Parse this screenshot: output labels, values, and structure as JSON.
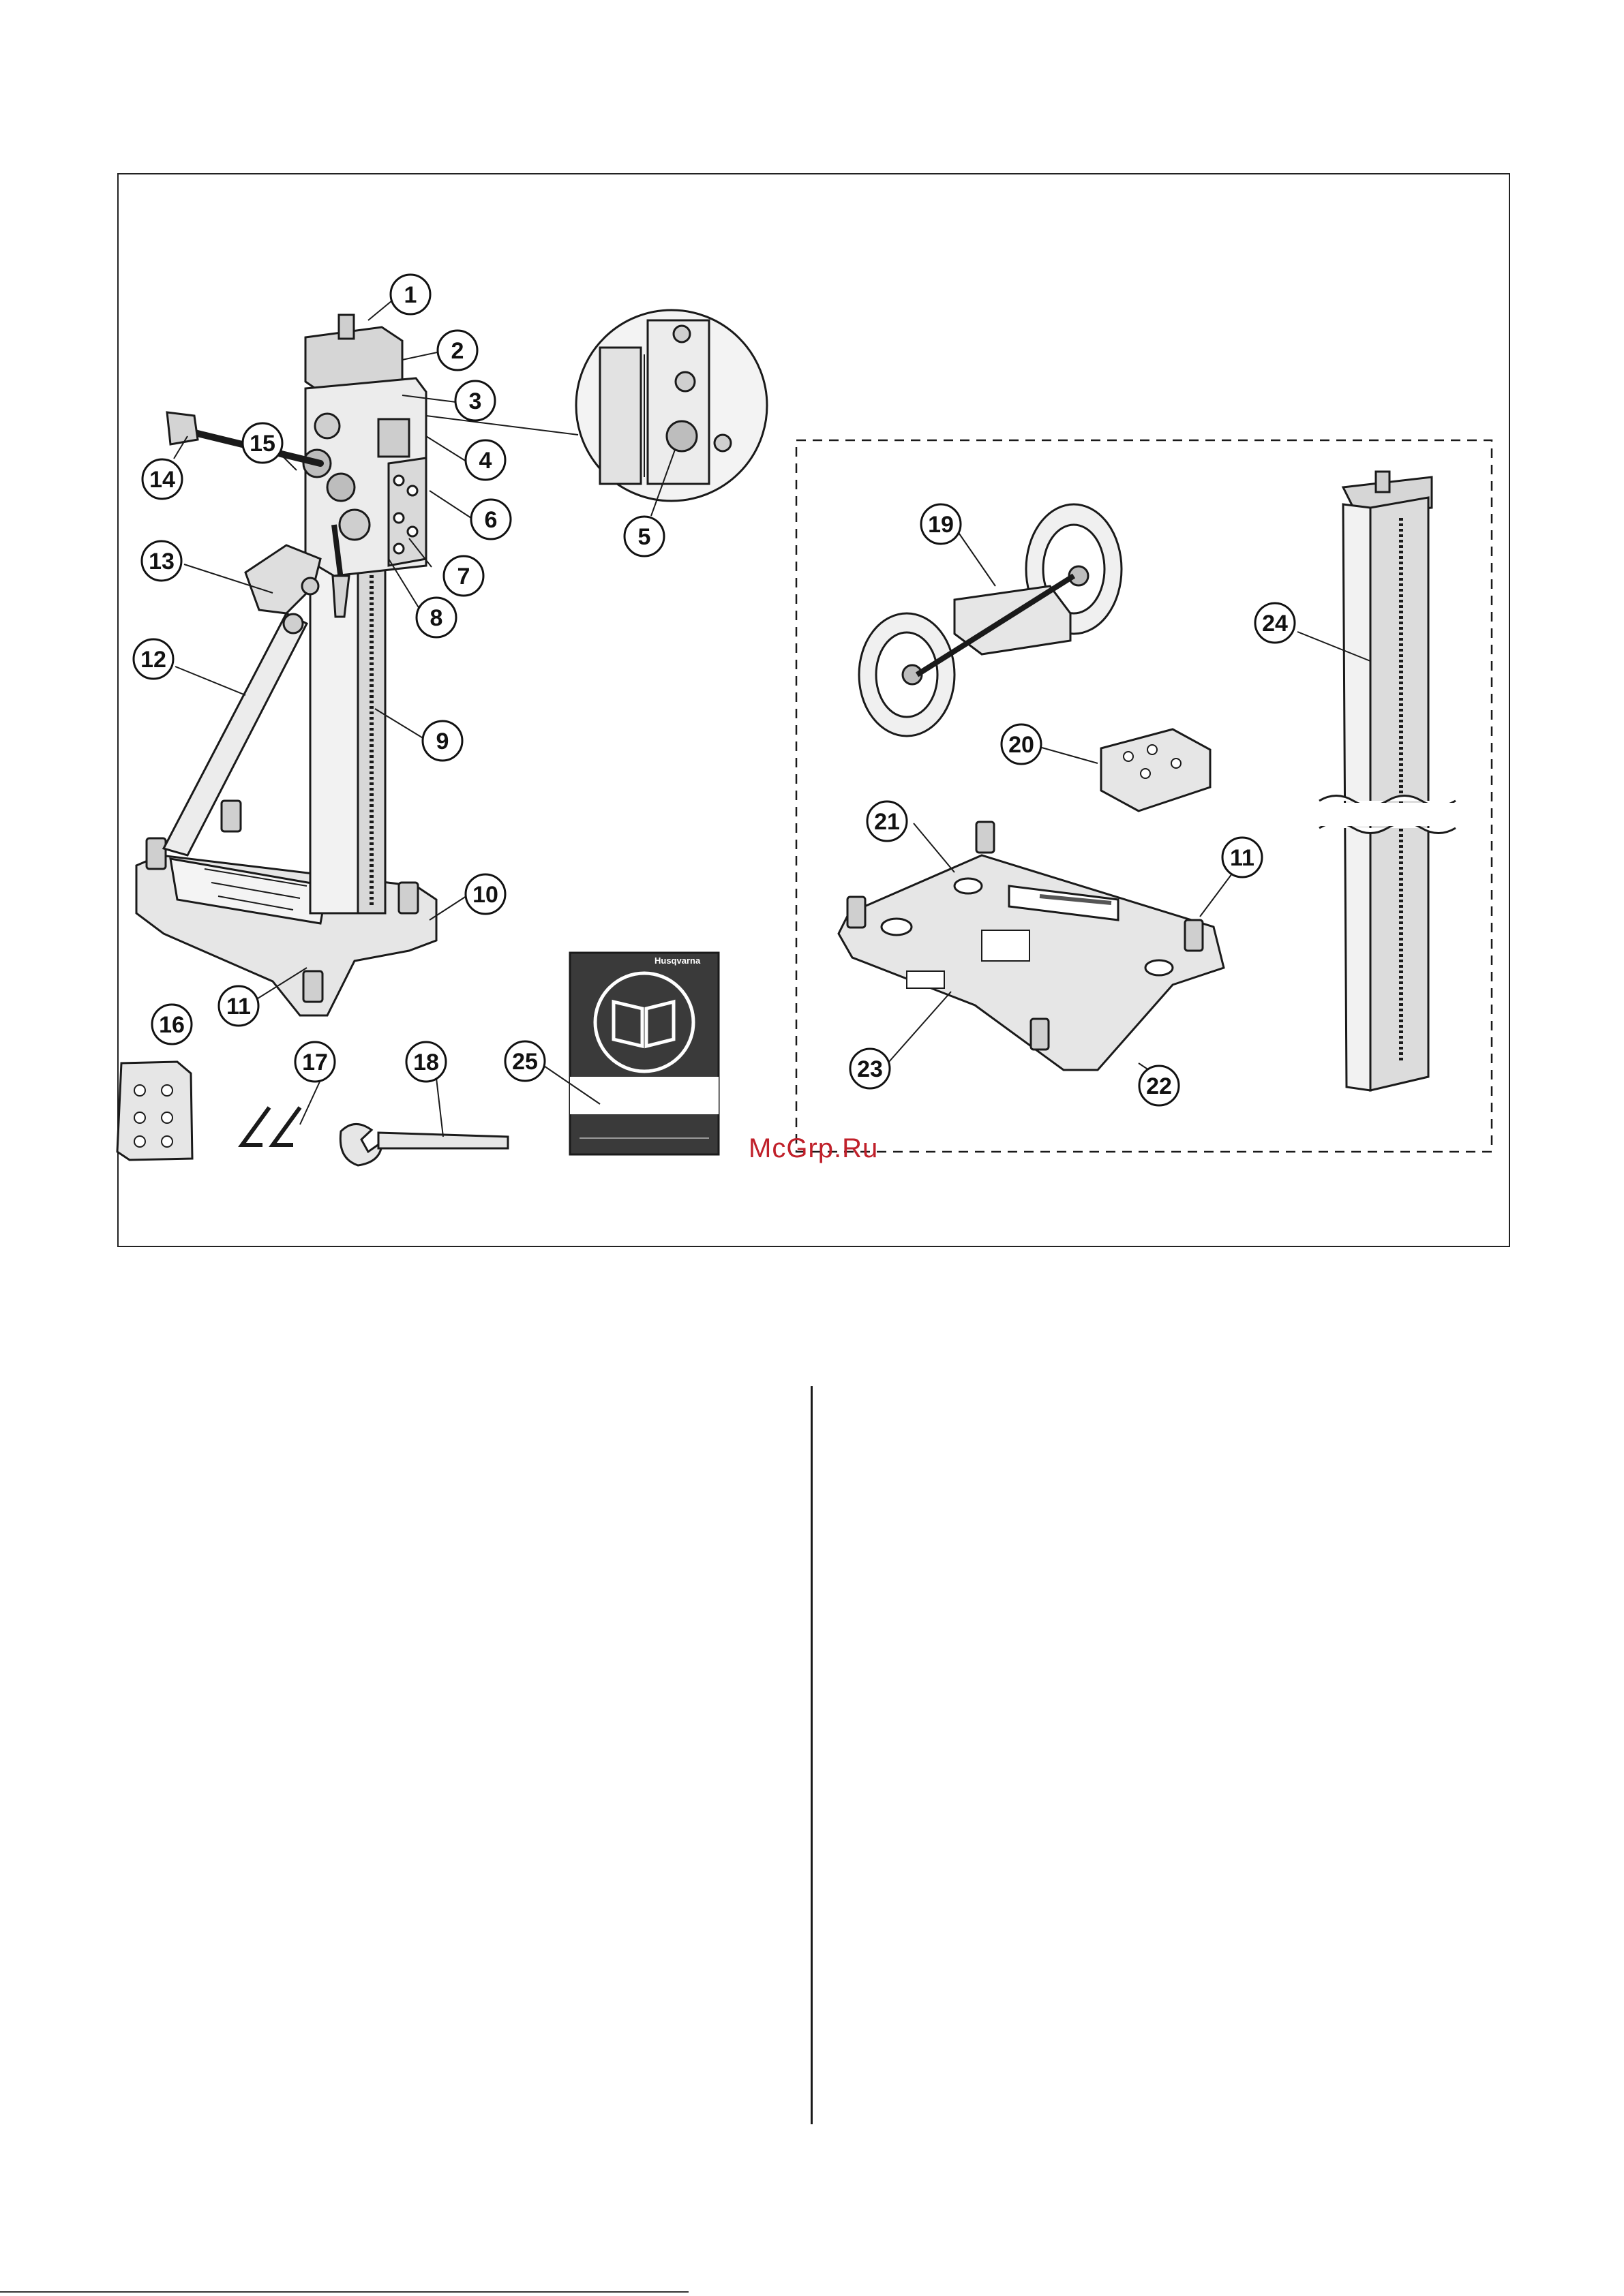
{
  "figure": {
    "callouts": [
      {
        "id": "c1",
        "label": "1"
      },
      {
        "id": "c2",
        "label": "2"
      },
      {
        "id": "c3",
        "label": "3"
      },
      {
        "id": "c4",
        "label": "4"
      },
      {
        "id": "c5",
        "label": "5"
      },
      {
        "id": "c6",
        "label": "6"
      },
      {
        "id": "c7",
        "label": "7"
      },
      {
        "id": "c8",
        "label": "8"
      },
      {
        "id": "c9",
        "label": "9"
      },
      {
        "id": "c10",
        "label": "10"
      },
      {
        "id": "c11a",
        "label": "11"
      },
      {
        "id": "c11b",
        "label": "11"
      },
      {
        "id": "c12",
        "label": "12"
      },
      {
        "id": "c13",
        "label": "13"
      },
      {
        "id": "c14",
        "label": "14"
      },
      {
        "id": "c15",
        "label": "15"
      },
      {
        "id": "c16",
        "label": "16"
      },
      {
        "id": "c17",
        "label": "17"
      },
      {
        "id": "c18",
        "label": "18"
      },
      {
        "id": "c19",
        "label": "19"
      },
      {
        "id": "c20",
        "label": "20"
      },
      {
        "id": "c21",
        "label": "21"
      },
      {
        "id": "c22",
        "label": "22"
      },
      {
        "id": "c23",
        "label": "23"
      },
      {
        "id": "c24",
        "label": "24"
      },
      {
        "id": "c25",
        "label": "25"
      }
    ],
    "manual_brand": "Husqvarna"
  },
  "watermark": "McGrp.Ru",
  "colors": {
    "ink": "#1a1a1a",
    "part_fill": "#e6e6e6",
    "part_shade": "#bdbdbd",
    "manual_cover": "#3a3a3a",
    "watermark": "#c0202a"
  }
}
